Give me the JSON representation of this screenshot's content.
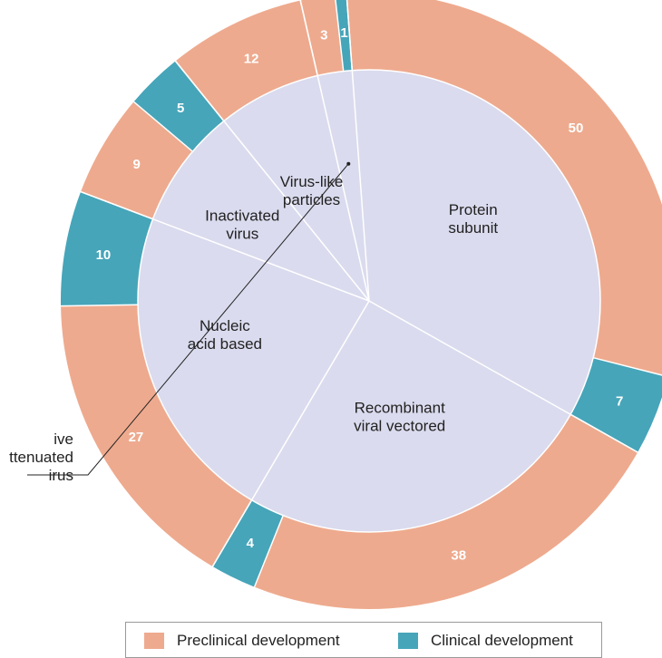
{
  "chart_data": {
    "type": "pie",
    "categories": [
      "Protein subunit",
      "Recombinant viral vectored",
      "Nucleic acid based",
      "Inactivated virus",
      "Virus-like particles",
      "Live attenuated virus"
    ],
    "inner_label_lines": [
      [
        "Protein",
        "subunit"
      ],
      [
        "Recombinant",
        "viral vectored"
      ],
      [
        "Nucleic",
        "acid based"
      ],
      [
        "Inactivated",
        "virus"
      ],
      [
        "Virus-like",
        "particles"
      ],
      []
    ],
    "callout_label_lines": [
      "ive",
      "ttenuated",
      "irus"
    ],
    "series": [
      {
        "name": "Preclinical development",
        "values": [
          50,
          38,
          27,
          9,
          12,
          3
        ]
      },
      {
        "name": "Clinical development",
        "values": [
          7,
          4,
          10,
          5,
          0,
          1
        ]
      }
    ],
    "colors": {
      "preclinical": "#eeaa8e",
      "clinical": "#46a5b9",
      "inner": "#dadbee",
      "divider": "#ffffff",
      "callout_line": "#222222"
    },
    "legend_position": "bottom"
  },
  "legend": {
    "items": [
      {
        "label": "Preclinical development",
        "color": "#eeaa8e"
      },
      {
        "label": "Clinical development",
        "color": "#46a5b9"
      }
    ]
  }
}
